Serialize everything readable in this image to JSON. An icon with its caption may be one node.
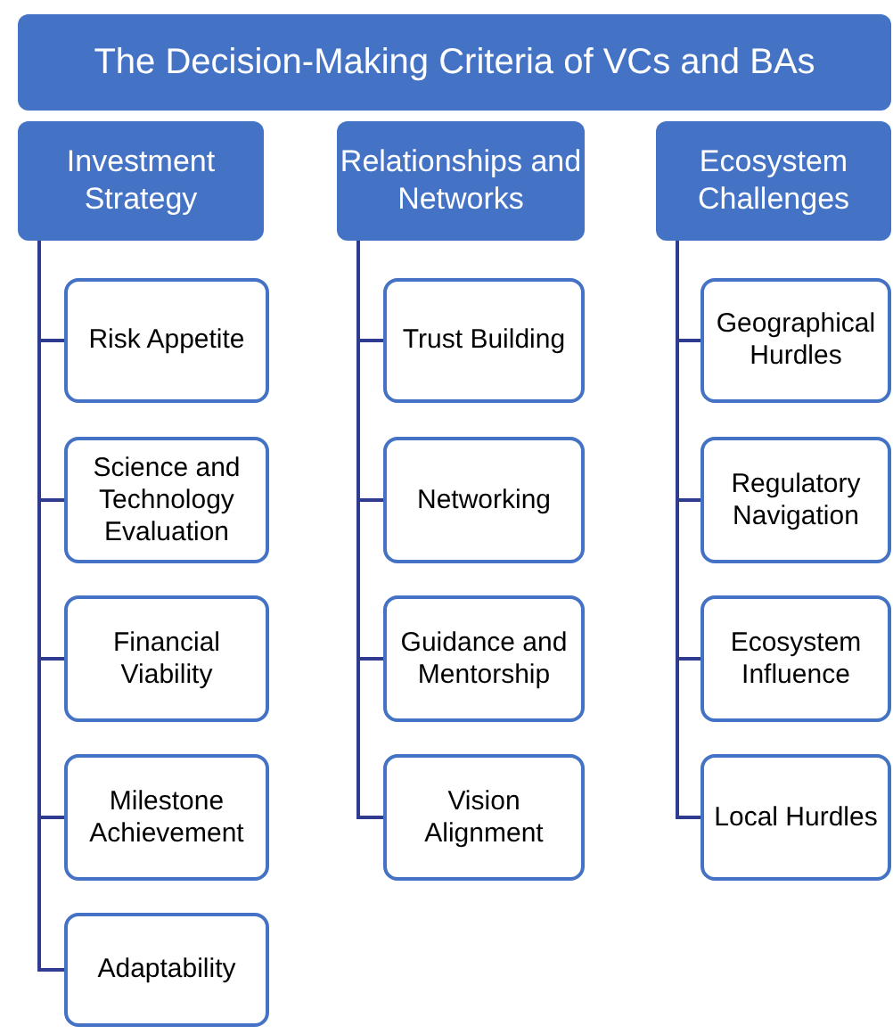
{
  "diagram": {
    "nodes": [
      {
        "text": [
          "The Decision-Making Criteria of VCs and BAs"
        ]
      },
      {
        "text": [
          "Investment Strategy"
        ]
      },
      {
        "text": [
          "Risk Appetite"
        ]
      },
      {
        "text": [
          "Science and Technology Evaluation"
        ]
      },
      {
        "text": [
          "Financial Viability"
        ]
      },
      {
        "text": [
          "Milestone Achievement"
        ]
      },
      {
        "text": [
          "Adaptability"
        ]
      },
      {
        "text": [
          "Relationships and Networks"
        ]
      },
      {
        "text": [
          "Trust Building"
        ]
      },
      {
        "text": [
          "Networking"
        ]
      },
      {
        "text": [
          "Guidance and Mentorship"
        ]
      },
      {
        "text": [
          "Vision Alignment"
        ]
      },
      {
        "text": [
          "Ecosystem Challenges"
        ]
      },
      {
        "text": [
          "Geographical Hurdles"
        ]
      },
      {
        "text": [
          "Regulatory Navigation"
        ]
      },
      {
        "text": [
          "Ecosystem Influence"
        ]
      },
      {
        "text": [
          "Local Hurdles"
        ]
      }
    ],
    "edges": [
      {
        "from": 1,
        "to": 2,
        "arrow": "none"
      },
      {
        "from": 1,
        "to": 3,
        "arrow": "none"
      },
      {
        "from": 1,
        "to": 4,
        "arrow": "none"
      },
      {
        "from": 1,
        "to": 5,
        "arrow": "none"
      },
      {
        "from": 1,
        "to": 6,
        "arrow": "none"
      },
      {
        "from": 7,
        "to": 8,
        "arrow": "none"
      },
      {
        "from": 7,
        "to": 9,
        "arrow": "none"
      },
      {
        "from": 7,
        "to": 10,
        "arrow": "none"
      },
      {
        "from": 7,
        "to": 11,
        "arrow": "none"
      },
      {
        "from": 12,
        "to": 13,
        "arrow": "none"
      },
      {
        "from": 12,
        "to": 14,
        "arrow": "none"
      },
      {
        "from": 12,
        "to": 15,
        "arrow": "none"
      },
      {
        "from": 12,
        "to": 16,
        "arrow": "none"
      }
    ]
  }
}
